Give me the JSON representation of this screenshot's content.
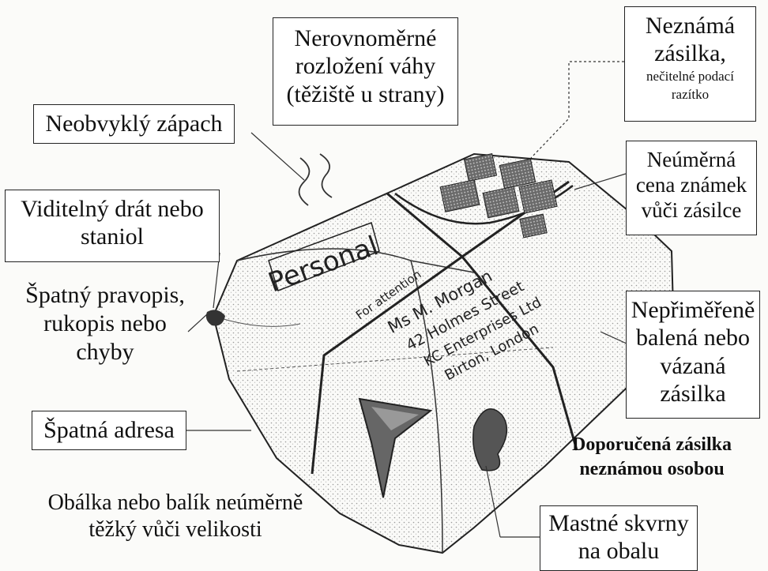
{
  "labels": {
    "weight": [
      "Nerovnoměrné",
      "rozložení váhy",
      "(těžiště u strany)"
    ],
    "unknown_shipment": [
      "Neznámá",
      "zásilka,"
    ],
    "unknown_shipment_note": [
      "nečitelné podací",
      "razítko"
    ],
    "smell": "Neobvyklý zápach",
    "stamps": [
      "Neúměrná",
      "cena známek",
      "vůči zásilce"
    ],
    "wire": [
      "Viditelný drát nebo",
      "staniol"
    ],
    "spelling": [
      "Špatný pravopis,",
      "rukopis nebo",
      "chyby"
    ],
    "wrapping": [
      "Nepřiměřeně",
      "balená nebo",
      "vázaná",
      "zásilka"
    ],
    "address": "Špatná adresa",
    "registered": [
      "Doporučená zásilka",
      "neznámou osobou"
    ],
    "heavy": [
      "Obálka nebo balík neúměrně",
      "těžký vůči velikosti"
    ],
    "grease": [
      "Mastné skvrny",
      "na obalu"
    ]
  },
  "package": {
    "personal": "Personal",
    "attention": "For attention",
    "address_lines": [
      "Ms M. Morgan",
      "42 Holmes Street",
      "KC Enterprises Ltd",
      "Birton, London"
    ]
  }
}
